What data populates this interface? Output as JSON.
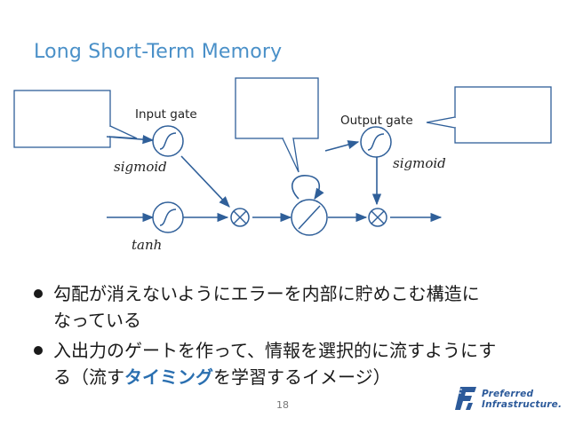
{
  "slide": {
    "title": "Long Short-Term Memory",
    "page_number": "18"
  },
  "diagram": {
    "input_gate_label": "Input gate",
    "output_gate_label": "Output gate",
    "sigmoid_left_label": "sigmoid",
    "sigmoid_right_label": "sigmoid",
    "tanh_label": "tanh"
  },
  "bullets": [
    {
      "line1": "勾配が消えないようにエラーを内部に貯めこむ構造に",
      "line2": "なっている"
    },
    {
      "line1": "入出力のゲートを作って、情報を選択的に流すようにす",
      "line2_pre": "る（流す",
      "line2_hl": "タイミング",
      "line2_post": "を学習するイメージ）"
    }
  ],
  "logo": {
    "line1": "Preferred",
    "line2": "Infrastructure."
  },
  "colors": {
    "title": "#4a90c8",
    "arrow": "#2f5f99",
    "highlight": "#2a6fb0",
    "logo": "#2c5a9a"
  }
}
